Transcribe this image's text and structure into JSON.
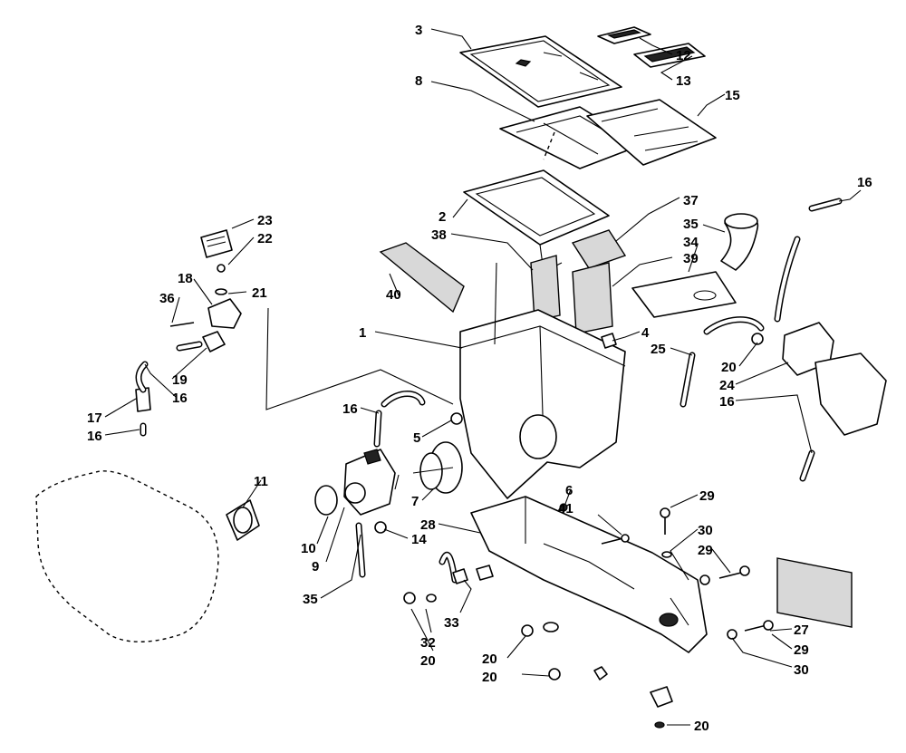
{
  "callouts": [
    {
      "id": "3",
      "label": "3"
    },
    {
      "id": "12",
      "label": "12"
    },
    {
      "id": "13",
      "label": "13"
    },
    {
      "id": "8",
      "label": "8"
    },
    {
      "id": "15",
      "label": "15"
    },
    {
      "id": "16a",
      "label": "16"
    },
    {
      "id": "23",
      "label": "23"
    },
    {
      "id": "22",
      "label": "22"
    },
    {
      "id": "2",
      "label": "2"
    },
    {
      "id": "37",
      "label": "37"
    },
    {
      "id": "35a",
      "label": "35"
    },
    {
      "id": "34",
      "label": "34"
    },
    {
      "id": "38",
      "label": "38"
    },
    {
      "id": "39",
      "label": "39"
    },
    {
      "id": "18",
      "label": "18"
    },
    {
      "id": "21",
      "label": "21"
    },
    {
      "id": "36",
      "label": "36"
    },
    {
      "id": "40",
      "label": "40"
    },
    {
      "id": "1",
      "label": "1"
    },
    {
      "id": "4",
      "label": "4"
    },
    {
      "id": "25",
      "label": "25"
    },
    {
      "id": "20a",
      "label": "20"
    },
    {
      "id": "24",
      "label": "24"
    },
    {
      "id": "19",
      "label": "19"
    },
    {
      "id": "16b",
      "label": "16"
    },
    {
      "id": "16c",
      "label": "16"
    },
    {
      "id": "17",
      "label": "17"
    },
    {
      "id": "16d",
      "label": "16"
    },
    {
      "id": "16e",
      "label": "16"
    },
    {
      "id": "5",
      "label": "5"
    },
    {
      "id": "11",
      "label": "11"
    },
    {
      "id": "7",
      "label": "7"
    },
    {
      "id": "6",
      "label": "6"
    },
    {
      "id": "41",
      "label": "41"
    },
    {
      "id": "29a",
      "label": "29"
    },
    {
      "id": "28",
      "label": "28"
    },
    {
      "id": "14",
      "label": "14"
    },
    {
      "id": "10",
      "label": "10"
    },
    {
      "id": "9",
      "label": "9"
    },
    {
      "id": "30a",
      "label": "30"
    },
    {
      "id": "29b",
      "label": "29"
    },
    {
      "id": "35b",
      "label": "35"
    },
    {
      "id": "33",
      "label": "33"
    },
    {
      "id": "32",
      "label": "32"
    },
    {
      "id": "20b",
      "label": "20"
    },
    {
      "id": "27",
      "label": "27"
    },
    {
      "id": "29c",
      "label": "29"
    },
    {
      "id": "20c",
      "label": "20"
    },
    {
      "id": "20d",
      "label": "20"
    },
    {
      "id": "30b",
      "label": "30"
    },
    {
      "id": "20e",
      "label": "20"
    }
  ]
}
